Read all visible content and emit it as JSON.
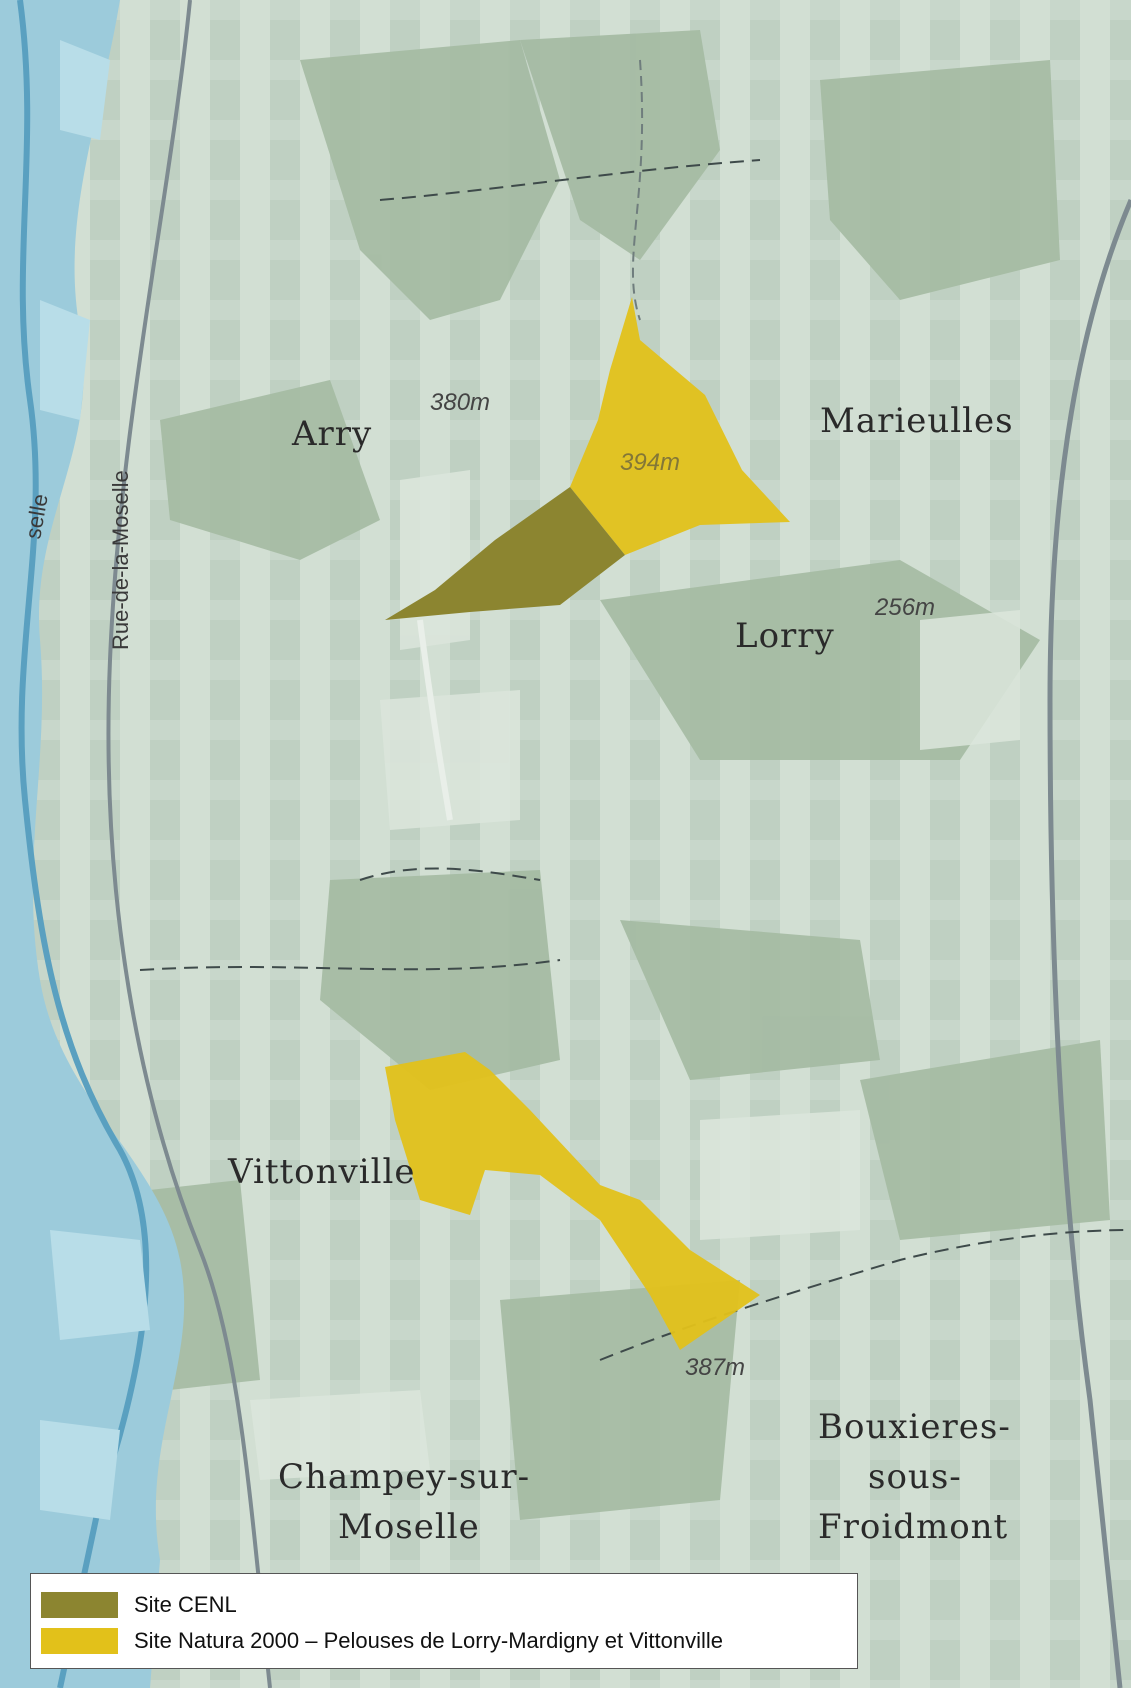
{
  "places": {
    "arry": "Arry",
    "marieulles": "Marieulles",
    "lorry": "Lorry",
    "vittonville": "Vittonville",
    "champey_1": "Champey-sur-",
    "champey_2": "Moselle",
    "bouxieres_1": "Bouxieres-",
    "bouxieres_2": "sous-",
    "bouxieres_3": "Froidmont"
  },
  "elevations": {
    "e380": "380m",
    "e394": "394m",
    "e256": "256m",
    "e387": "387m"
  },
  "roads": {
    "rue_moselle": "Rue-de-la-Moselle",
    "river_fragment": "selle"
  },
  "legend": {
    "items": [
      {
        "label": "Site CENL",
        "color": "#8c8530"
      },
      {
        "label": "Site Natura 2000 – Pelouses de Lorry-Mardigny et Vittonville",
        "color": "#e2c11a"
      }
    ]
  },
  "colors": {
    "cenl": "#8c8530",
    "natura": "#e2c11a",
    "water": "#8ec6d8",
    "forest": "#9fb59a",
    "field": "#cfdcd0"
  }
}
